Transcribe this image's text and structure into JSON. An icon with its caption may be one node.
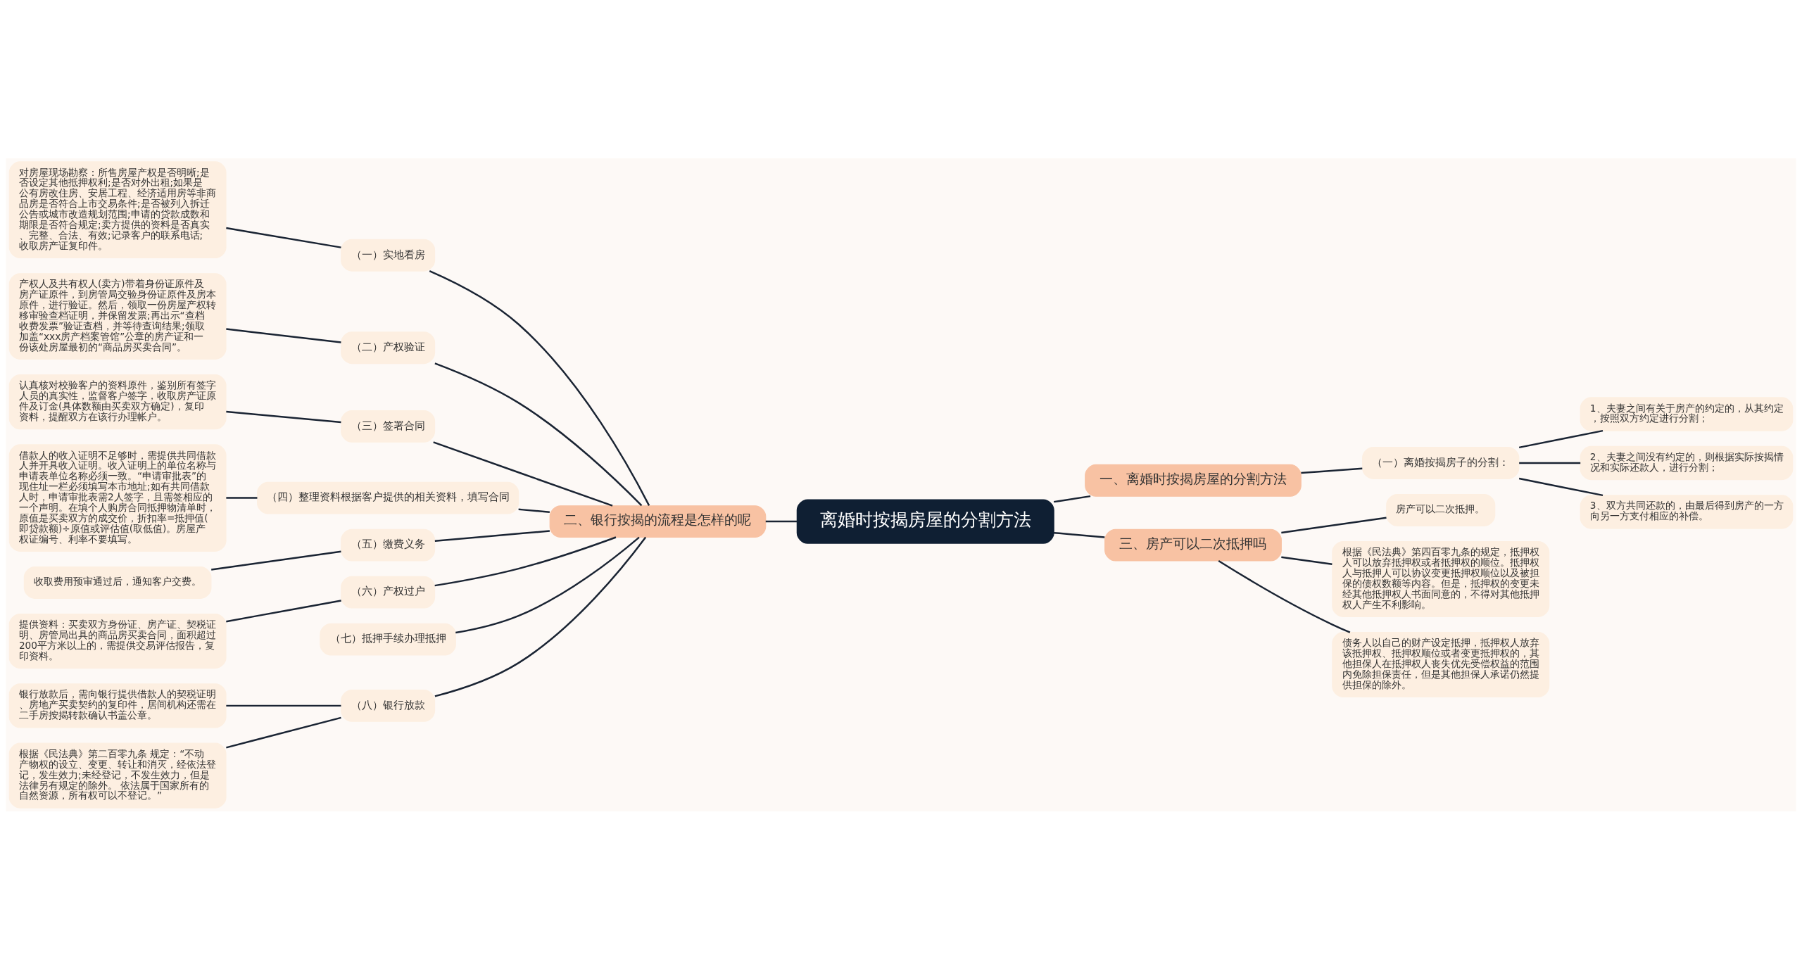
{
  "diagram": {
    "nodes": [
      {
        "text": [
          "离婚时按揭房屋的分割方法"
        ]
      },
      {
        "text": [
          "一、离婚时按揭房屋的分割方法"
        ]
      },
      {
        "text": [
          "（一）离婚按揭房子的分割："
        ]
      },
      {
        "text": [
          "1、夫妻之间有关于房产的约定的，从其约定，按照双方约定进行分割；"
        ]
      },
      {
        "text": [
          "2、夫妻之间没有约定的，则根据实际按揭情况和实际还款人，进行分割；"
        ]
      },
      {
        "text": [
          "3、双方共同还款的，由最后得到房产的一方向另一方支付相应的补偿。"
        ]
      },
      {
        "text": [
          "二、银行按揭的流程是怎样的呢"
        ]
      },
      {
        "text": [
          "（一）实地看房"
        ]
      },
      {
        "text": [
          "对房屋现场勘察：所售房屋产权是否明晰;是否设定其他抵押权利;是否对外出租;如果是公有房改住房、安居工程、经济适用房等非商品房是否符合上市交易条件;是否被列入拆迁公告或城市改造规划范围;申请的贷款成数和期限是否符合规定;卖方提供的资料是否真实、完整、合法、有效;记录客户的联系电话;收取房产证复印件。"
        ]
      },
      {
        "text": [
          "（二）产权验证"
        ]
      },
      {
        "text": [
          "产权人及共有权人(卖方)带着身份证原件及房产证原件，到房管局交验身份证原件及房本原件，进行验证。然后，领取一份房屋产权转移审验查档证明，并保留发票;再出示“查档收费发票”验证查档，并等待查询结果;领取加盖“xxx房产档案管馆”公章的房产证和一份该处房屋最初的“商品房买卖合同”。"
        ]
      },
      {
        "text": [
          "（三）签署合同"
        ]
      },
      {
        "text": [
          "认真核对校验客户的资料原件，鉴别所有签字人员的真实性，监督客户签字，收取房产证原件及订金(具体数额由买卖双方确定)，复印资料，提醒双方在该行办理帐户。"
        ]
      },
      {
        "text": [
          "（四）整理资料根据客户提供的相关资料，填写合同"
        ]
      },
      {
        "text": [
          "借款人的收入证明不足够时，需提供共同借款人并开具收入证明。收入证明上的单位名称与申请表单位名称必须一致。“申请审批表”的现住址一栏必须填写本市地址;如有共同借款人时，申请审批表需2人签字，且需签相应的一个声明。在填个人购房合同抵押物清单时，原值是买卖双方的成交价，折扣率=抵押值(即贷款额)÷原值或评估值(取低值)。房屋产权证编号、利率不要填写。"
        ]
      },
      {
        "text": [
          "（五）缴费义务"
        ]
      },
      {
        "text": [
          "收取费用预审通过后，通知客户交费。"
        ]
      },
      {
        "text": [
          "（六）产权过户"
        ]
      },
      {
        "text": [
          "提供资料：买卖双方身份证、房产证、契税证明、房管局出具的商品房买卖合同，面积超过200平方米以上的，需提供交易评估报告，复印资料。"
        ]
      },
      {
        "text": [
          "（七）抵押手续办理抵押"
        ]
      },
      {
        "text": [
          "（八）银行放款"
        ]
      },
      {
        "text": [
          "银行放款后，需向银行提供借款人的契税证明、房地产买卖契约的复印件，居间机构还需在二手房按揭转款确认书盖公章。"
        ]
      },
      {
        "text": [
          "根据《民法典》第二百零九条 规定：“不动产物权的设立、变更、转让和消灭，经依法登记，发生效力;未经登记，不发生效力，但是法律另有规定的除外。 依法属于国家所有的自然资源，所有权可以不登记。”"
        ]
      },
      {
        "text": [
          "三、房产可以二次抵押吗"
        ]
      },
      {
        "text": [
          "房产可以二次抵押。"
        ]
      },
      {
        "text": [
          "根据《民法典》第四百零九条的规定，抵押权人可以放弃抵押权或者抵押权的顺位。抵押权人与抵押人可以协议变更抵押权顺位以及被担保的债权数额等内容。但是，抵押权的变更未经其他抵押权人书面同意的，不得对其他抵押权人产生不利影响。"
        ]
      },
      {
        "text": [
          "债务人以自己的财产设定抵押，抵押权人放弃该抵押权、抵押权顺位或者变更抵押权的，其他担保人在抵押权人丧失优先受偿权益的范围内免除担保责任，但是其他担保人承诺仍然提供担保的除外。"
        ]
      }
    ],
    "edges": [
      {
        "from": 0,
        "to": 1,
        "arrow": "none"
      },
      {
        "from": 1,
        "to": 2,
        "arrow": "none"
      },
      {
        "from": 2,
        "to": 3,
        "arrow": "none"
      },
      {
        "from": 2,
        "to": 4,
        "arrow": "none"
      },
      {
        "from": 2,
        "to": 5,
        "arrow": "none"
      },
      {
        "from": 0,
        "to": 6,
        "arrow": "none"
      },
      {
        "from": 6,
        "to": 7,
        "arrow": "none"
      },
      {
        "from": 7,
        "to": 8,
        "arrow": "none"
      },
      {
        "from": 6,
        "to": 9,
        "arrow": "none"
      },
      {
        "from": 9,
        "to": 10,
        "arrow": "none"
      },
      {
        "from": 6,
        "to": 11,
        "arrow": "none"
      },
      {
        "from": 11,
        "to": 12,
        "arrow": "none"
      },
      {
        "from": 6,
        "to": 13,
        "arrow": "none"
      },
      {
        "from": 13,
        "to": 14,
        "arrow": "none"
      },
      {
        "from": 6,
        "to": 15,
        "arrow": "none"
      },
      {
        "from": 15,
        "to": 16,
        "arrow": "none"
      },
      {
        "from": 6,
        "to": 17,
        "arrow": "none"
      },
      {
        "from": 17,
        "to": 18,
        "arrow": "none"
      },
      {
        "from": 6,
        "to": 19,
        "arrow": "none"
      },
      {
        "from": 6,
        "to": 20,
        "arrow": "none"
      },
      {
        "from": 20,
        "to": 21,
        "arrow": "none"
      },
      {
        "from": 20,
        "to": 22,
        "arrow": "none"
      },
      {
        "from": 0,
        "to": 23,
        "arrow": "none"
      },
      {
        "from": 23,
        "to": 24,
        "arrow": "none"
      },
      {
        "from": 23,
        "to": 25,
        "arrow": "none"
      },
      {
        "from": 23,
        "to": 26,
        "arrow": "none"
      }
    ]
  }
}
